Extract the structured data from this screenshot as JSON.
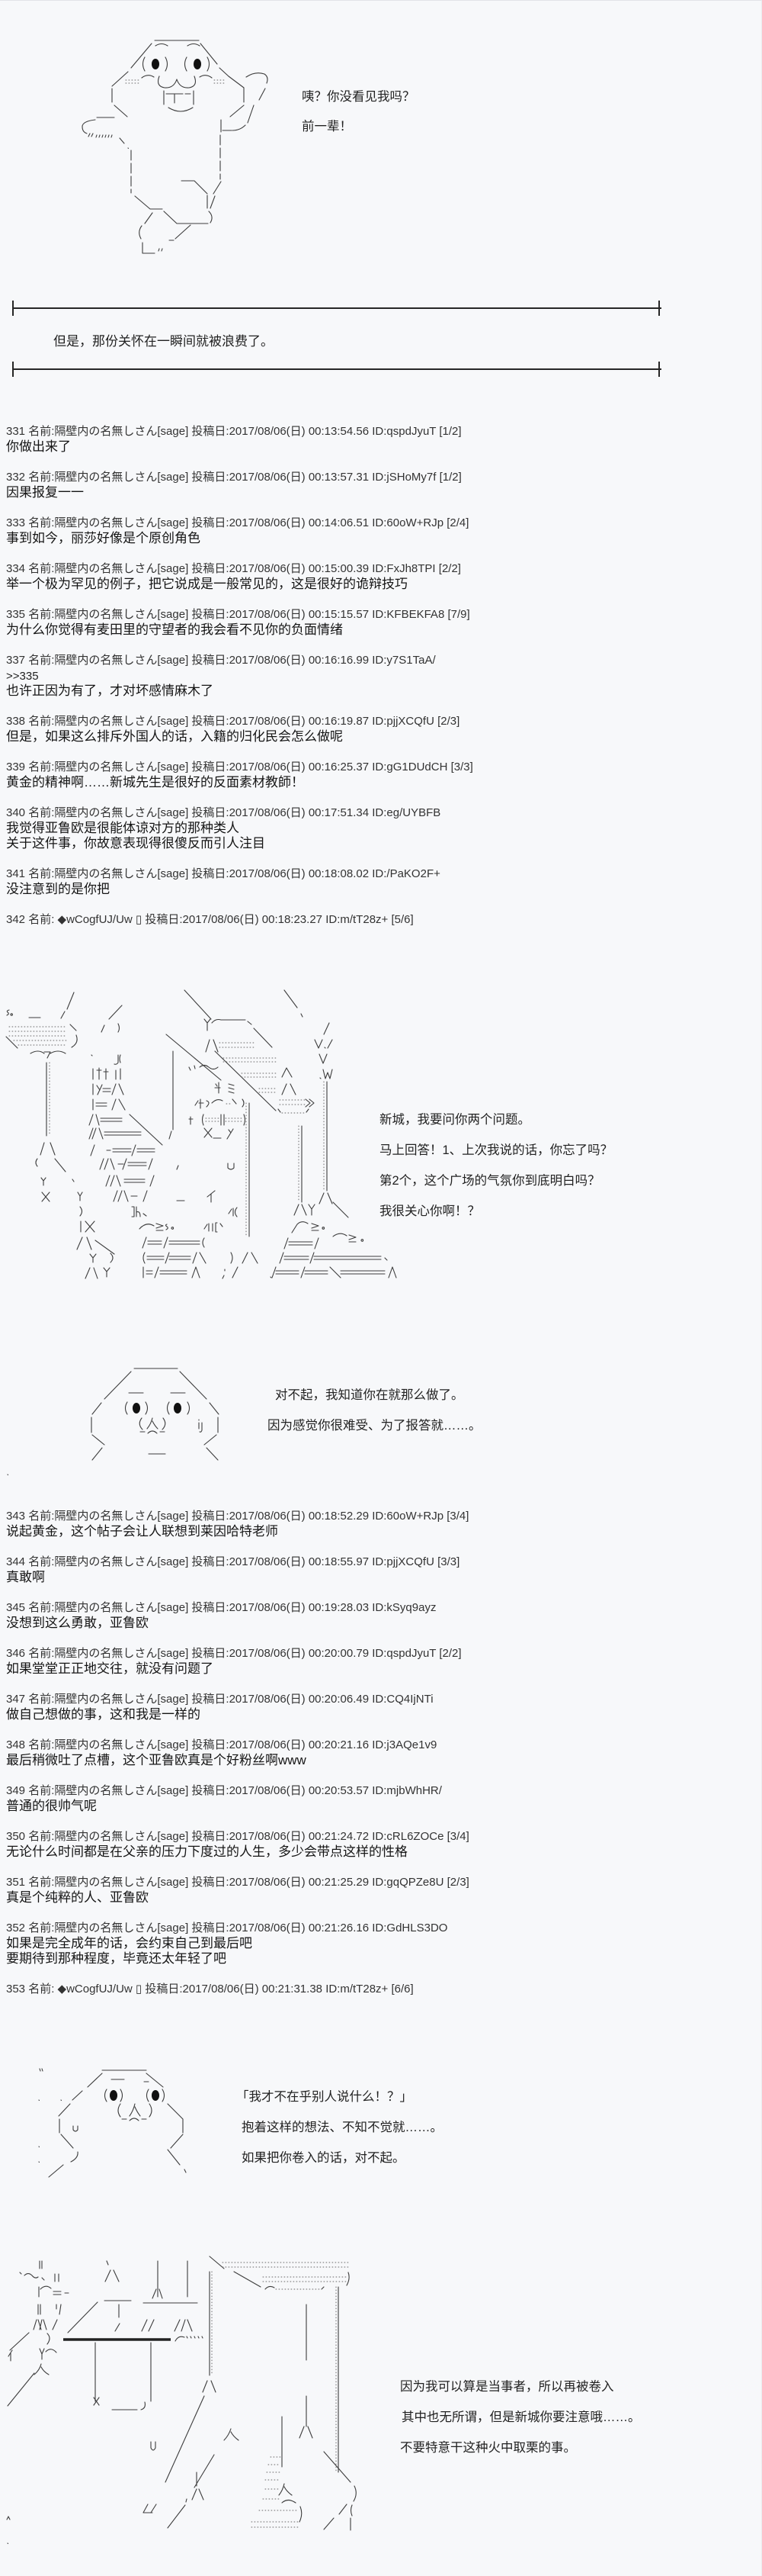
{
  "scene_1": {
    "speech": [
      "咦？你没看见我吗？",
      "前一辈！"
    ]
  },
  "narration": "但是，那份关怀在一瞬间就被浪费了。",
  "labels": {
    "name": "名前:",
    "posted": "投稿日:"
  },
  "posts_1": [
    {
      "num": "331",
      "name": "隔壁内の名無しさん[sage]",
      "datetime": "2017/08/06(日) 00:13:54.56",
      "id": "ID:qspdJyuT",
      "count": "[1/2]",
      "body": [
        "你做出来了"
      ]
    },
    {
      "num": "332",
      "name": "隔壁内の名無しさん[sage]",
      "datetime": "2017/08/06(日) 00:13:57.31",
      "id": "ID:jSHoMy7f",
      "count": "[1/2]",
      "body": [
        "因果报复一一"
      ]
    },
    {
      "num": "333",
      "name": "隔壁内の名無しさん[sage]",
      "datetime": "2017/08/06(日) 00:14:06.51",
      "id": "ID:60oW+RJp",
      "count": "[2/4]",
      "body": [
        "事到如今，丽莎好像是个原创角色"
      ]
    },
    {
      "num": "334",
      "name": "隔壁内の名無しさん[sage]",
      "datetime": "2017/08/06(日) 00:15:00.39",
      "id": "ID:FxJh8TPI",
      "count": "[2/2]",
      "body": [
        "举一个极为罕见的例子，把它说成是一般常见的，这是很好的诡辩技巧"
      ]
    },
    {
      "num": "335",
      "name": "隔壁内の名無しさん[sage]",
      "datetime": "2017/08/06(日) 00:15:15.57",
      "id": "ID:KFBEKFA8",
      "count": "[7/9]",
      "body": [
        "为什么你觉得有麦田里的守望者的我会看不见你的负面情绪"
      ]
    },
    {
      "num": "337",
      "name": "隔壁内の名無しさん[sage]",
      "datetime": "2017/08/06(日) 00:16:16.99",
      "id": "ID:y7S1TaA/",
      "anchor": ">>335",
      "body": [
        "也许正因为有了，才对坏感情麻木了"
      ]
    },
    {
      "num": "338",
      "name": "隔壁内の名無しさん[sage]",
      "datetime": "2017/08/06(日) 00:16:19.87",
      "id": "ID:pjjXCQfU",
      "count": "[2/3]",
      "body": [
        "但是，如果这么排斥外国人的话，入籍的归化民会怎么做呢"
      ]
    },
    {
      "num": "339",
      "name": "隔壁内の名無しさん[sage]",
      "datetime": "2017/08/06(日) 00:16:25.37",
      "id": "ID:gG1DUdCH",
      "count": "[3/3]",
      "body": [
        "黄金的精神啊……新城先生是很好的反面素材教師！"
      ]
    },
    {
      "num": "340",
      "name": "隔壁内の名無しさん[sage]",
      "datetime": "2017/08/06(日) 00:17:51.34",
      "id": "ID:eg/UYBFB",
      "body": [
        "我觉得亚鲁欧是很能体谅对方的那种类人",
        "关于这件事，你故意表现得很傻反而引人注目"
      ]
    },
    {
      "num": "341",
      "name": "隔壁内の名無しさん[sage]",
      "datetime": "2017/08/06(日) 00:18:08.02",
      "id": "ID:/PaKO2F+",
      "body": [
        "没注意到的是你把"
      ]
    },
    {
      "num": "342",
      "name": " ◆wCogfUJ/Uw ▯",
      "datetime": "2017/08/06(日) 00:18:23.27",
      "id": "ID:m/tT28z+",
      "count": "[5/6]",
      "body": []
    }
  ],
  "scene_2": {
    "speech": [
      "新城，我要问你两个问题。",
      "马上回答！1、上次我说的话，你忘了吗？",
      "第2个，这个广场的气氛你到底明白吗？",
      "我很关心你啊！？"
    ]
  },
  "scene_3": {
    "speech": [
      "对不起，我知道你在就那么做了。",
      "因为感觉你很难受、为了报答就……。"
    ]
  },
  "posts_2": [
    {
      "num": "343",
      "name": "隔壁内の名無しさん[sage]",
      "datetime": "2017/08/06(日) 00:18:52.29",
      "id": "ID:60oW+RJp",
      "count": "[3/4]",
      "body": [
        "说起黄金，这个帖子会让人联想到莱因哈特老师"
      ]
    },
    {
      "num": "344",
      "name": "隔壁内の名無しさん[sage]",
      "datetime": "2017/08/06(日) 00:18:55.97",
      "id": "ID:pjjXCQfU",
      "count": "[3/3]",
      "body": [
        "真敢啊"
      ]
    },
    {
      "num": "345",
      "name": "隔壁内の名無しさん[sage]",
      "datetime": "2017/08/06(日) 00:19:28.03",
      "id": "ID:kSyq9ayz",
      "body": [
        "没想到这么勇敢，亚鲁欧"
      ]
    },
    {
      "num": "346",
      "name": "隔壁内の名無しさん[sage]",
      "datetime": "2017/08/06(日) 00:20:00.79",
      "id": "ID:qspdJyuT",
      "count": "[2/2]",
      "body": [
        "如果堂堂正正地交往，就没有问题了"
      ]
    },
    {
      "num": "347",
      "name": "隔壁内の名無しさん[sage]",
      "datetime": "2017/08/06(日) 00:20:06.49",
      "id": "ID:CQ4IjNTi",
      "body": [
        "做自己想做的事，这和我是一样的"
      ]
    },
    {
      "num": "348",
      "name": "隔壁内の名無しさん[sage]",
      "datetime": "2017/08/06(日) 00:20:21.16",
      "id": "ID:j3AQe1v9",
      "body": [
        "最后稍微吐了点槽，这个亚鲁欧真是个好粉丝啊www"
      ]
    },
    {
      "num": "349",
      "name": "隔壁内の名無しさん[sage]",
      "datetime": "2017/08/06(日) 00:20:53.57",
      "id": "ID:mjbWhHR/",
      "body": [
        "普通的很帅气呢"
      ]
    },
    {
      "num": "350",
      "name": "隔壁内の名無しさん[sage]",
      "datetime": "2017/08/06(日) 00:21:24.72",
      "id": "ID:cRL6ZOCe",
      "count": "[3/4]",
      "body": [
        "无论什么时间都是在父亲的压力下度过的人生，多少会带点这样的性格"
      ]
    },
    {
      "num": "351",
      "name": "隔壁内の名無しさん[sage]",
      "datetime": "2017/08/06(日) 00:21:25.29",
      "id": "ID:gqQPZe8U",
      "count": "[2/3]",
      "body": [
        "真是个纯粹的人、亚鲁欧"
      ]
    },
    {
      "num": "352",
      "name": "隔壁内の名無しさん[sage]",
      "datetime": "2017/08/06(日) 00:21:26.16",
      "id": "ID:GdHLS3DO",
      "body": [
        "如果是完全成年的话，会约束自己到最后吧",
        "要期待到那种程度，毕竟还太年轻了吧"
      ]
    },
    {
      "num": "353",
      "name": " ◆wCogfUJ/Uw ▯",
      "datetime": "2017/08/06(日) 00:21:31.38",
      "id": "ID:m/tT28z+",
      "count": "[6/6]",
      "body": []
    }
  ],
  "scene_4": {
    "speech": [
      "「我才不在乎别人说什么！？」",
      "抱着这样的想法、不知不觉就……。",
      "如果把你卷入的话，对不起。"
    ]
  },
  "scene_5": {
    "speech": [
      "因为我可以算是当事者，所以再被卷入",
      "其中也无所谓，但是新城你要注意哦……。",
      "不要特意干这种火中取栗的事。"
    ]
  },
  "colors": {
    "background": "#f7f8fa",
    "text": "#1c1c1c",
    "rule": "#262626"
  }
}
